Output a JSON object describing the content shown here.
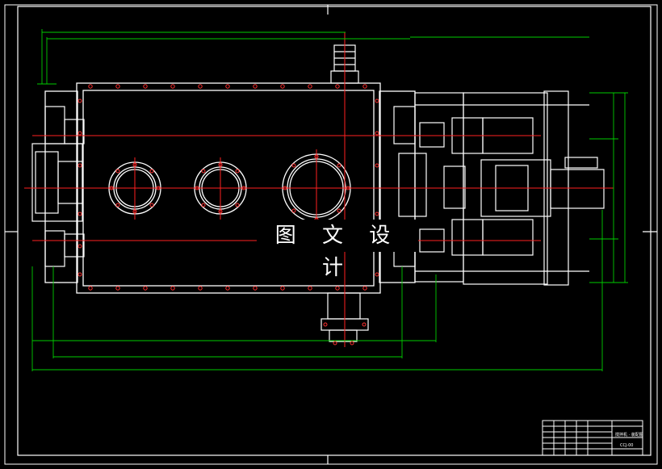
{
  "drawing": {
    "watermark": "图 文 设 计",
    "title_block": {
      "name": "搅拌机 · 装配图",
      "code": "CCJ-00"
    },
    "colors": {
      "background": "#000000",
      "outline": "#ffffff",
      "dimension": "#00cc00",
      "center_line": "#ff2020",
      "hatch": "#cccccc"
    }
  }
}
